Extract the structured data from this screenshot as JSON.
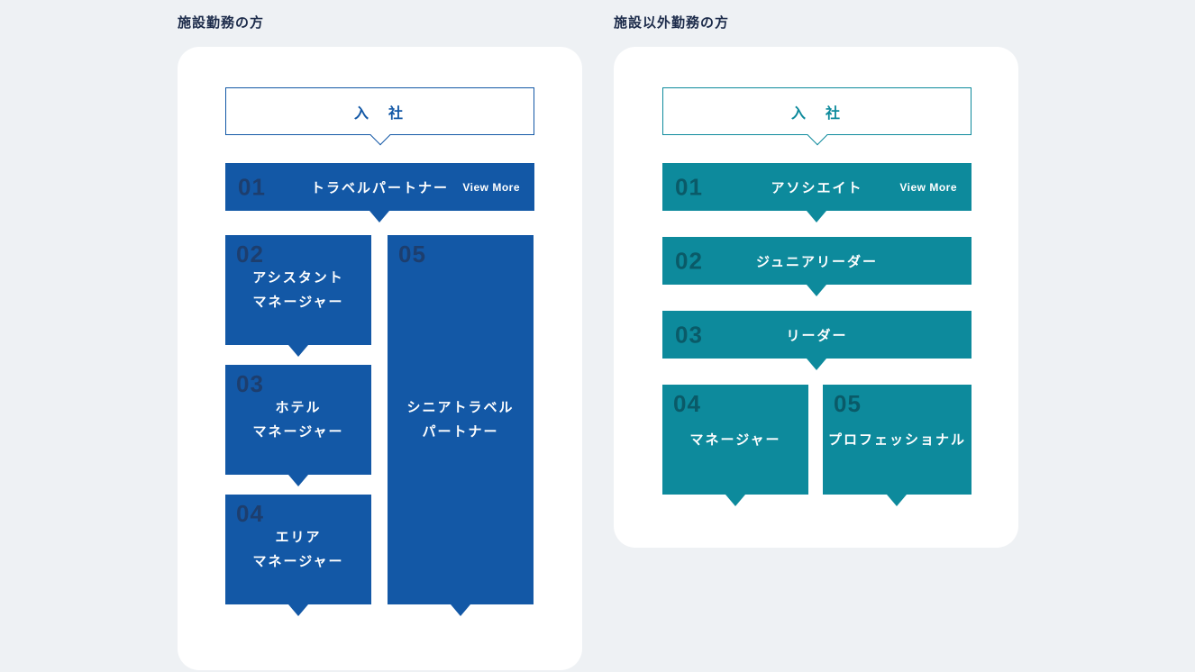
{
  "page_bg": "#eef1f4",
  "sections": {
    "facility": {
      "heading": "施設勤務の方",
      "accent": "#1358a6",
      "number_color": "#1d3e6e",
      "entry_label": "入　社",
      "steps": {
        "s1": {
          "number": "01",
          "label": "トラベルパートナー",
          "view_more": "View More"
        },
        "s2": {
          "number": "02",
          "label": "アシスタント\nマネージャー"
        },
        "s3": {
          "number": "03",
          "label": "ホテル\nマネージャー"
        },
        "s4": {
          "number": "04",
          "label": "エリア\nマネージャー"
        },
        "s5": {
          "number": "05",
          "label": "シニアトラベル\nパートナー"
        }
      }
    },
    "non_facility": {
      "heading": "施設以外勤務の方",
      "accent": "#0d8a9c",
      "number_color": "#0a5a68",
      "entry_label": "入　社",
      "steps": {
        "s1": {
          "number": "01",
          "label": "アソシエイト",
          "view_more": "View More"
        },
        "s2": {
          "number": "02",
          "label": "ジュニアリーダー"
        },
        "s3": {
          "number": "03",
          "label": "リーダー"
        },
        "s4": {
          "number": "04",
          "label": "マネージャー"
        },
        "s5": {
          "number": "05",
          "label": "プロフェッショナル"
        }
      }
    }
  }
}
